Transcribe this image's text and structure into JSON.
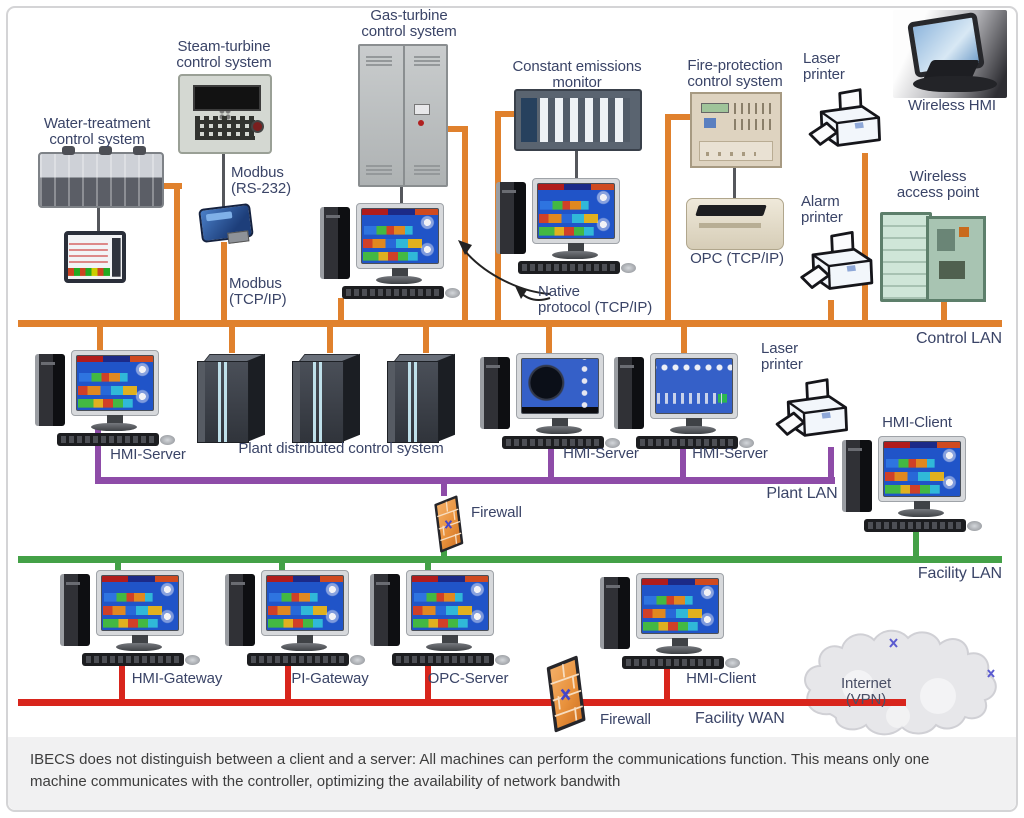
{
  "colors": {
    "control_lan": "#E0812D",
    "plant_lan": "#8E4CA8",
    "facility_lan": "#44A147",
    "facility_wan": "#D8251C",
    "label": "#3A4467",
    "firewall_orange": "#E8913C",
    "cloud_fill": "#E7E7EA"
  },
  "networks": {
    "control_lan": "Control LAN",
    "plant_lan": "Plant LAN",
    "facility_lan": "Facility LAN",
    "facility_wan": "Facility WAN"
  },
  "nodes": {
    "water_treatment": "Water-treatment\ncontrol system",
    "steam_turbine": "Steam-turbine\ncontrol system",
    "gas_turbine": "Gas-turbine\ncontrol system",
    "emissions_monitor": "Constant emissions\nmonitor",
    "fire_protection": "Fire-protection\ncontrol system",
    "laser_printer_top": "Laser\nprinter",
    "wireless_hmi": "Wireless HMI",
    "alarm_printer": "Alarm\nprinter",
    "wireless_access_point": "Wireless\naccess point",
    "hmi_server": "HMI-Server",
    "plant_dcs": "Plant distributed control system",
    "laser_printer_plant": "Laser\nprinter",
    "hmi_client_facility": "HMI-Client",
    "firewall_plant": "Firewall",
    "hmi_gateway": "HMI-Gateway",
    "pi_gateway": "PI-Gateway",
    "opc_server": "OPC-Server",
    "hmi_client_wan": "HMI-Client",
    "firewall_wan": "Firewall",
    "internet": "Internet\n(VPN)"
  },
  "links": {
    "modbus_rs232": "Modbus\n(RS-232)",
    "modbus_tcpip": "Modbus\n(TCP/IP)",
    "native_protocol": "Native\nprotocol (TCP/IP)",
    "opc_tcpip": "OPC (TCP/IP)"
  },
  "caption": "IBECS does not distinguish between a client and a server: All machines can perform the communications function. This means only one machine communicates with the controller, optimizing the availability of network bandwith"
}
